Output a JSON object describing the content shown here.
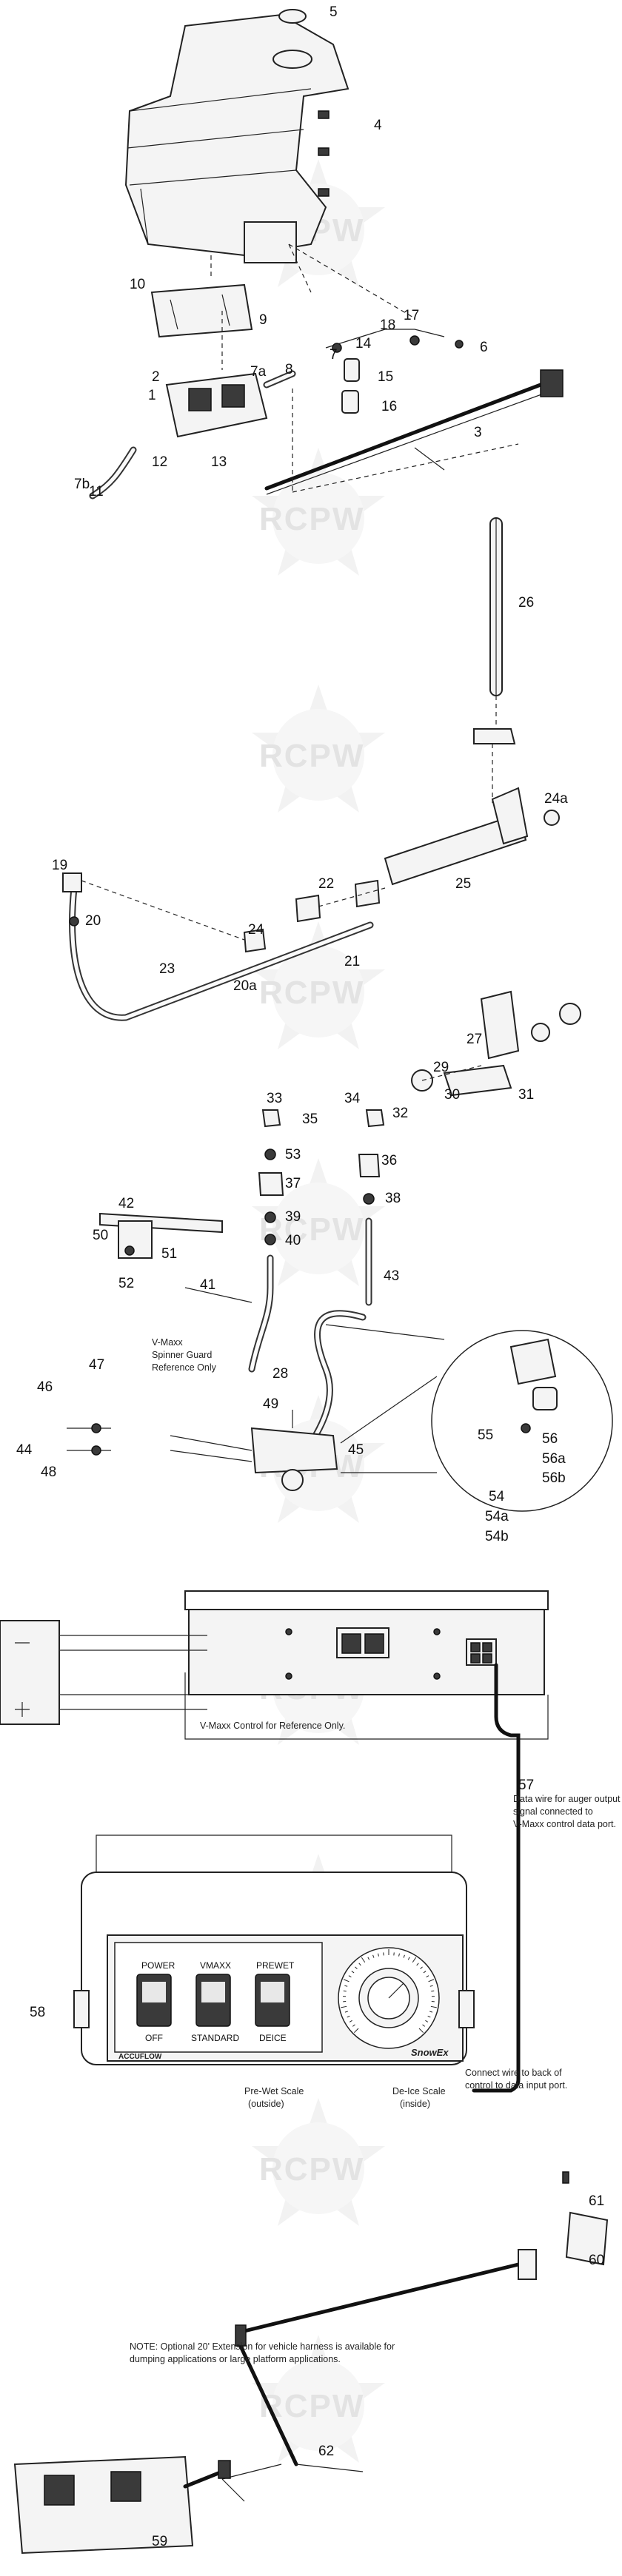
{
  "watermark": "RCPW",
  "callouts": [
    "5",
    "4",
    "10",
    "9",
    "17",
    "18",
    "6",
    "14",
    "2",
    "7a",
    "8",
    "7",
    "1",
    "15",
    "16",
    "3",
    "13",
    "12",
    "7b",
    "11",
    "26",
    "24a",
    "19",
    "22",
    "25",
    "20",
    "24",
    "21",
    "20a",
    "23",
    "27",
    "29",
    "34",
    "33",
    "35",
    "32",
    "30",
    "31",
    "53",
    "36",
    "37",
    "38",
    "39",
    "42",
    "50",
    "40",
    "51",
    "52",
    "41",
    "43",
    "47",
    "28",
    "46",
    "49",
    "44",
    "48",
    "45",
    "55",
    "56",
    "56a",
    "56b",
    "54",
    "54a",
    "54b",
    "57",
    "58",
    "61",
    "60",
    "62",
    "59"
  ],
  "notes": {
    "spinner_guard": [
      "V-Maxx",
      "Spinner Guard",
      "Reference Only"
    ],
    "vmaxx_control": "V-Maxx Control for Reference Only.",
    "data_wire": [
      "Data wire for auger output",
      "signal connected to",
      "V-Maxx control data port."
    ],
    "connect_wire": [
      "Connect wire to back of",
      "control to data input port."
    ],
    "prewet_scale": [
      "Pre-Wet Scale",
      "(outside)"
    ],
    "deice_scale": [
      "De-Ice Scale",
      "(inside)"
    ],
    "extension": [
      "NOTE: Optional 20' Extension for vehicle harness is available for",
      "dumping applications or large platform applications."
    ]
  },
  "control_panel": {
    "switches": [
      {
        "top": "POWER",
        "bottom": "OFF"
      },
      {
        "top": "VMAXX",
        "bottom": "STANDARD"
      },
      {
        "top": "PREWET",
        "bottom": "DEICE"
      }
    ],
    "brand_left": "ACCUFLOW",
    "brand_right": "SnowEx"
  }
}
